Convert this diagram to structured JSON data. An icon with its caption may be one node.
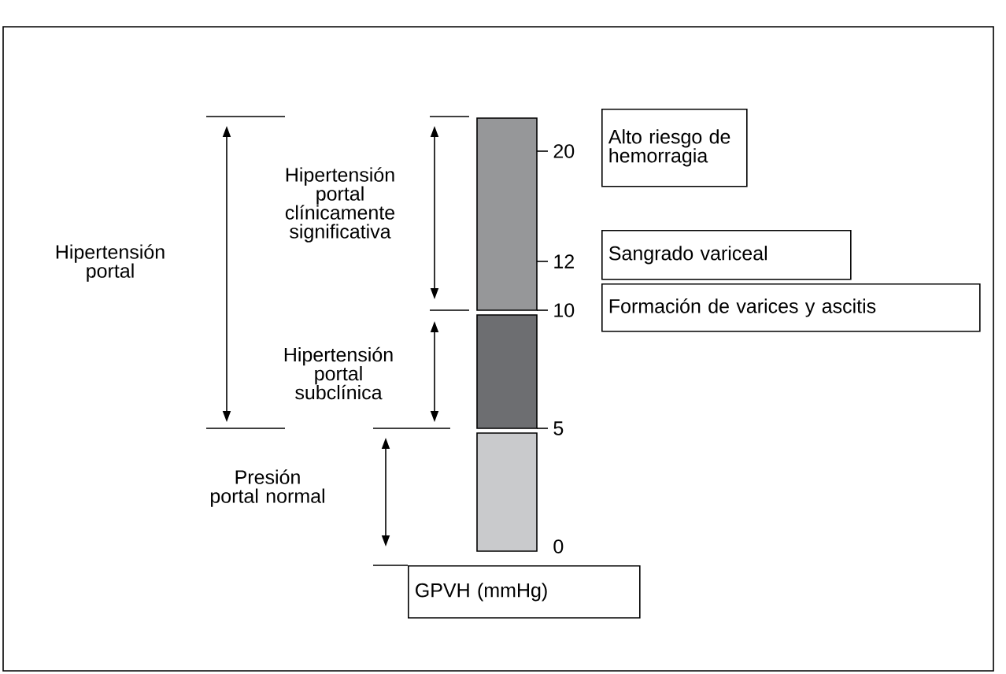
{
  "diagram": {
    "nodes": [
      {
        "text": [
          "Alto riesgo de hemorragia"
        ]
      },
      {
        "text": [
          "Sangrado variceal"
        ]
      },
      {
        "text": [
          "Formación de varices y ascitis"
        ]
      },
      {
        "text": [
          "GPVH (mmHg)"
        ]
      }
    ],
    "labels": [
      "Hipertensión portal clínicamente significativa",
      "20",
      "Hipertensión portal",
      "12",
      "10",
      "Hipertensión portal subclínica",
      "5",
      "Presión portal normal",
      "0"
    ]
  }
}
